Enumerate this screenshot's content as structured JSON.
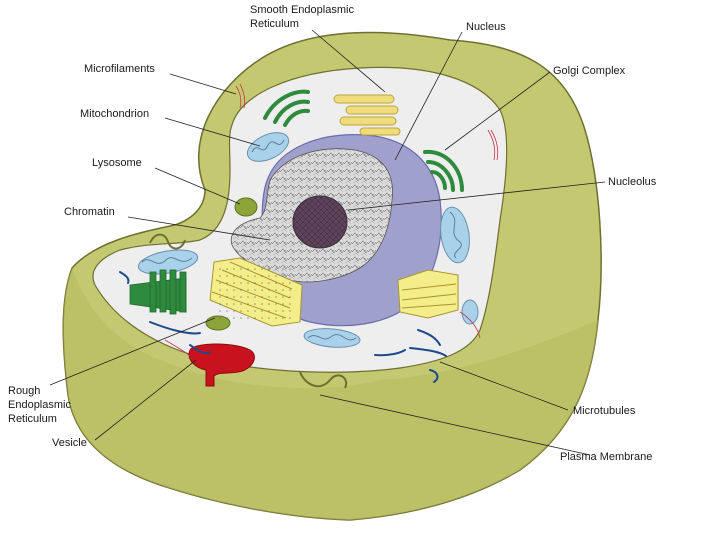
{
  "diagram": {
    "colors": {
      "cytoplasm_wall": "#c4c870",
      "cytoplasm_outline": "#6e7030",
      "cell_interior": "#eeeeee",
      "nucleus": "#a0a0cc",
      "nucleolus": "#5a3f55",
      "chromatin": "#d4d4d4",
      "mitochondrion": "#a9d2ea",
      "golgi": "#2e8a3c",
      "rough_er": "#2e8a3c",
      "smooth_er": "#f0dc7c",
      "yellow_er": "#f4ee8a",
      "lysosome": "#8ca43a",
      "vesicle": "#c8121e",
      "microtubule": "#1f4a8a",
      "microfilament": "#c43246"
    },
    "labels": {
      "smooth_er_line1": "Smooth Endoplasmic",
      "smooth_er_line2": "Reticulum",
      "nucleus": "Nucleus",
      "microfilaments": "Microfilaments",
      "golgi": "Golgi Complex",
      "mitochondrion": "Mitochondrion",
      "lysosome": "Lysosome",
      "nucleolus": "Nucleolus",
      "chromatin": "Chromatin",
      "rough_er_line1": "Rough",
      "rough_er_line2": "Endoplasmic",
      "rough_er_line3": "Reticulum",
      "vesicle": "Vesicle",
      "microtubules": "Microtubules",
      "plasma_membrane": "Plasma Membrane"
    }
  }
}
